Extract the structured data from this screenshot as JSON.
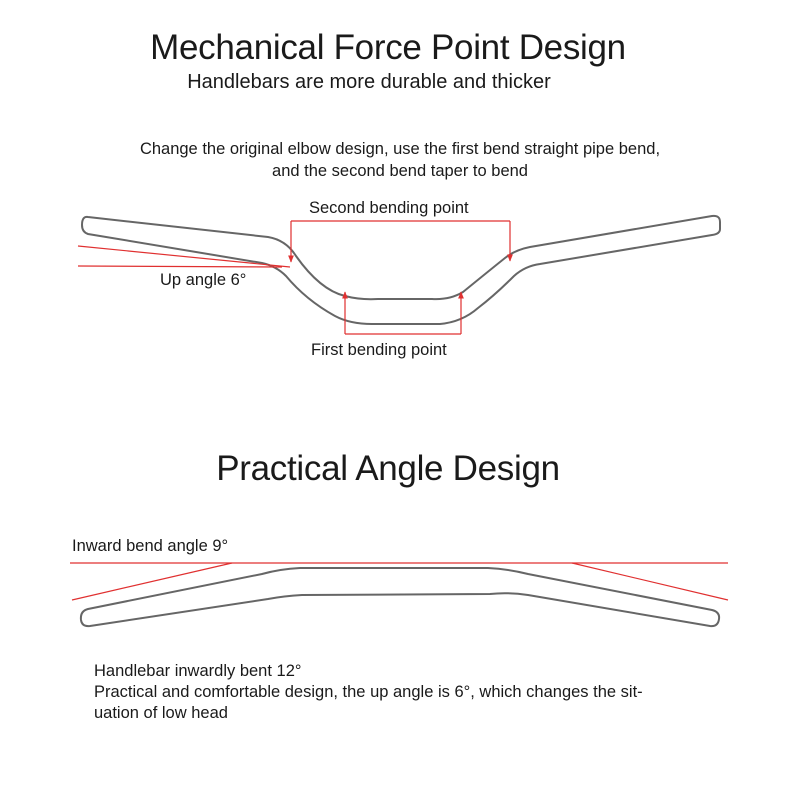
{
  "header": {
    "title": "Mechanical Force Point Design",
    "subtitle": "Handlebars are more durable and thicker"
  },
  "description": {
    "line1": "Change the original elbow design, use the first bend straight pipe bend,",
    "line2": "and the second bend taper to bend"
  },
  "diagram1": {
    "second_bending_label": "Second bending point",
    "up_angle_label": "Up angle 6°",
    "first_bending_label": "First bending point"
  },
  "section2": {
    "title": "Practical Angle Design"
  },
  "diagram2": {
    "inward_bend_label": "Inward bend angle 9°"
  },
  "bottom": {
    "line1": "Handlebar inwardly bent 12°",
    "line2": "Practical and comfortable design, the up angle is 6°, which changes the sit-",
    "line3": "uation of low head"
  },
  "colors": {
    "annotation_red": "#e03030",
    "outline_gray": "#666666",
    "text": "#1a1a1a"
  }
}
